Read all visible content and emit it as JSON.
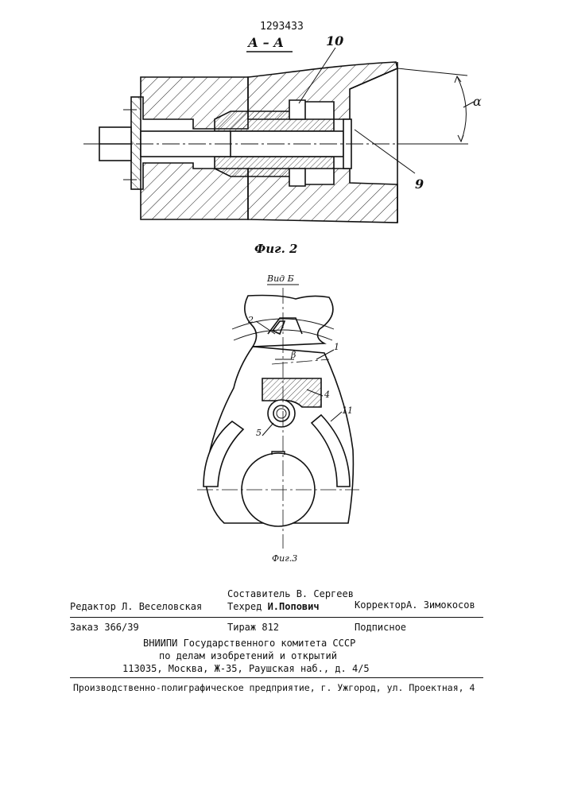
{
  "patent_number": "1293433",
  "fig2": {
    "section_label": "А – А",
    "caption": "Фиг. 2",
    "callouts": {
      "c10": "10",
      "c9": "9",
      "alpha": "α"
    }
  },
  "fig3": {
    "view_label": "Вид Б",
    "caption": "Фиг.3",
    "callouts": {
      "c1": "1",
      "c2": "2",
      "c4": "4",
      "c5": "5",
      "c11": "11",
      "beta": "β"
    }
  },
  "imprint": {
    "editor": "Редактор  Л. Веселовская",
    "compiler": "Составитель В. Сергеев",
    "techred_label": "Техред ",
    "techred_name": "И.Попович",
    "corrector": "КорректорА. Зимокосов",
    "order": "Заказ 366/39",
    "circulation": "Тираж 812",
    "subscription": "Подписное",
    "org_line1": "ВНИИПИ Государственного комитета СССР",
    "org_line2": "по делам изобретений и открытий",
    "org_line3": "113035, Москва, Ж-35, Раушская наб., д. 4/5",
    "printer": "Производственно-полиграфическое предприятие, г. Ужгород, ул. Проектная, 4"
  }
}
